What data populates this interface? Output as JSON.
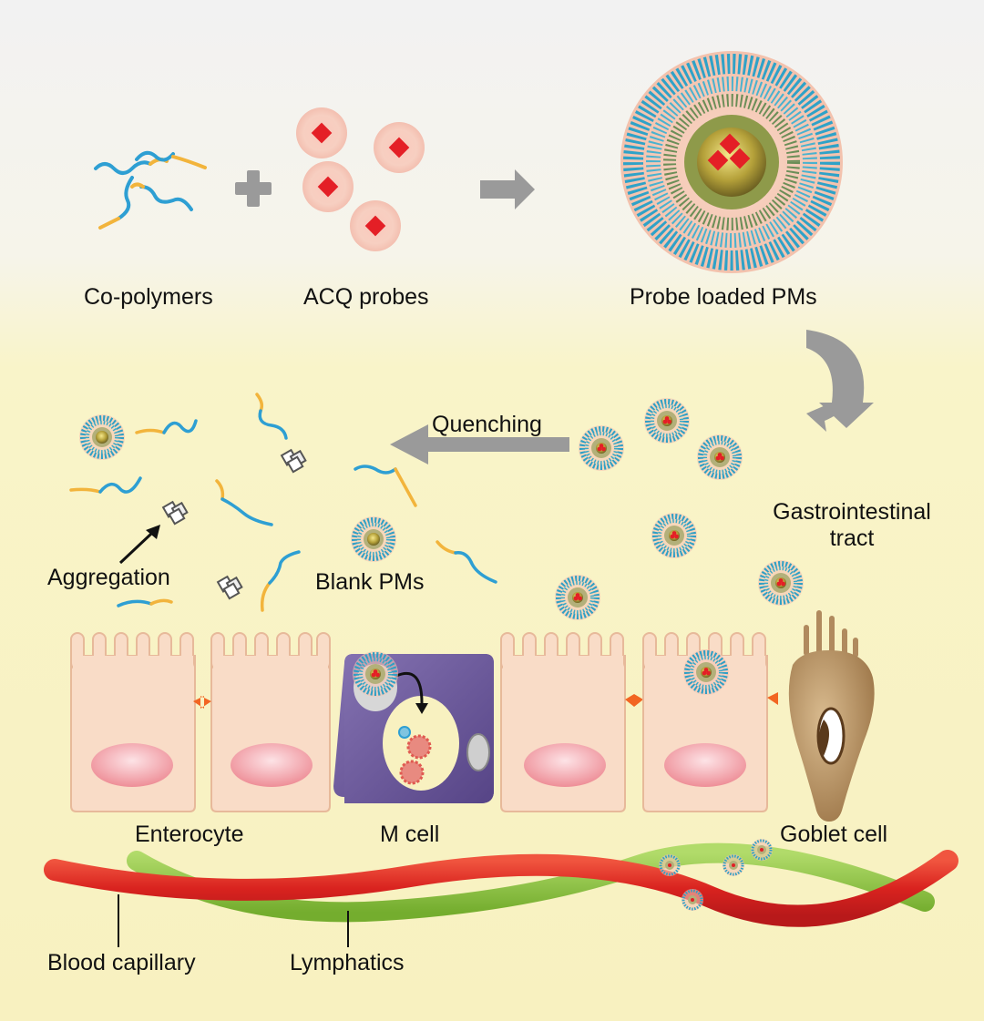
{
  "labels": {
    "copolymers": "Co-polymers",
    "acq_probes": "ACQ probes",
    "probe_loaded_pms": "Probe loaded PMs",
    "quenching": "Quenching",
    "gastrointestinal_line1": "Gastrointestinal",
    "gastrointestinal_line2": "tract",
    "aggregation": "Aggregation",
    "blank_pms": "Blank PMs",
    "enterocyte": "Enterocyte",
    "m_cell": "M cell",
    "goblet_cell": "Goblet cell",
    "blood_capillary": "Blood capillary",
    "lymphatics": "Lymphatics"
  },
  "colors": {
    "polymer_blue": "#2e9fd3",
    "polymer_yellow": "#f2b43c",
    "probe_red": "#e41f26",
    "arrow_gray": "#9a9a9a",
    "background_yellow": "#f8f3c3",
    "enterocyte_fill": "#f9dcc7",
    "nucleus": "#ef8f98",
    "m_cell_purple": "#6e5b9b",
    "goblet_brown": "#b08a5e",
    "blood_red": "#e02a25",
    "lymph_green": "#8cc63f",
    "junction_orange": "#f26522"
  }
}
